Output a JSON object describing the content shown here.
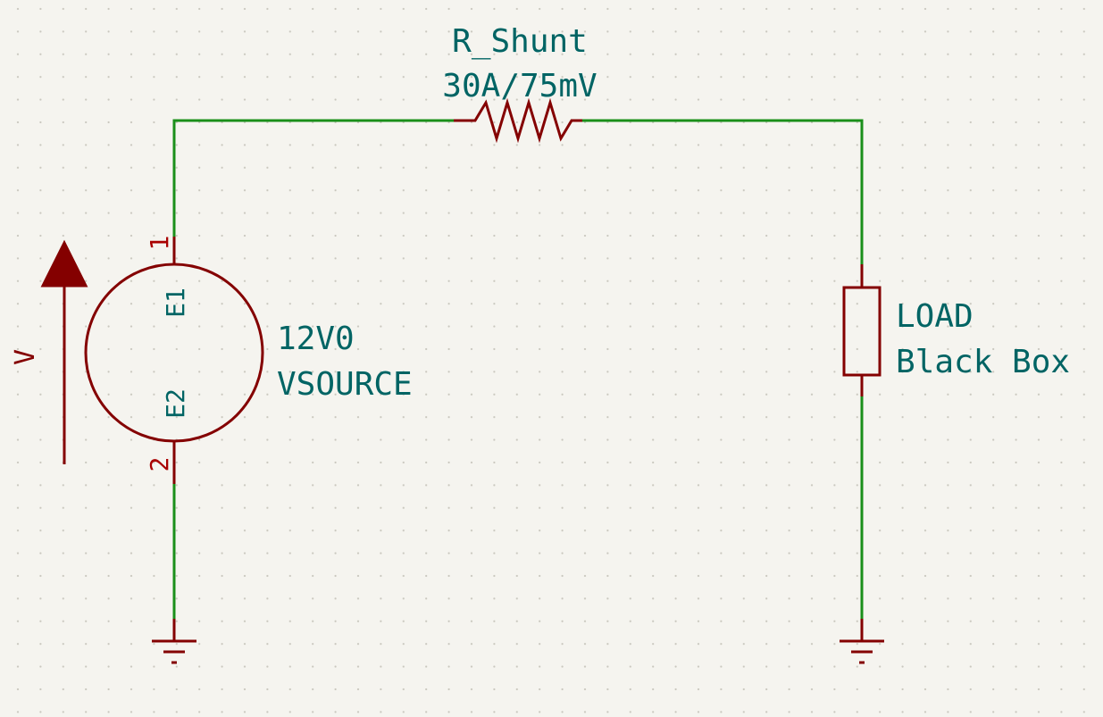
{
  "shunt": {
    "name": "R_Shunt",
    "value": "30A/75mV"
  },
  "source": {
    "value": "12V0",
    "type": "VSOURCE",
    "pin1_number": "1",
    "pin2_number": "2",
    "pin1_name": "E1",
    "pin2_name": "E2",
    "arrow_label": "V"
  },
  "load": {
    "name": "LOAD",
    "value": "Black Box"
  },
  "colors": {
    "background": "#f5f4ef",
    "grid_dot": "#c9c7be",
    "wire": "#1a8f1a",
    "symbol": "#840000",
    "label_text": "#006464",
    "pin_number": "#a90000"
  }
}
